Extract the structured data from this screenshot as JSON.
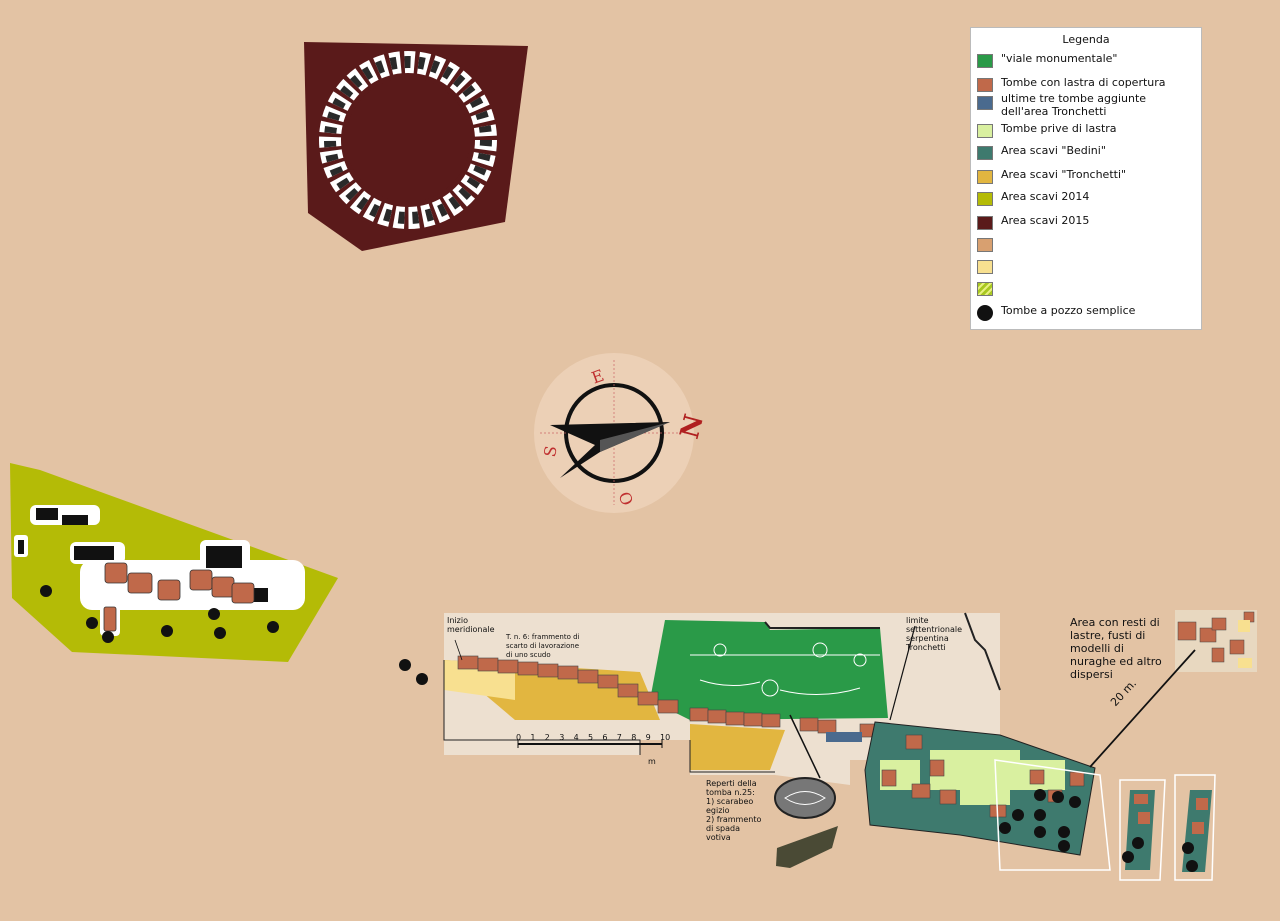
{
  "legend": {
    "title": "Legenda",
    "items": [
      {
        "label": "\"viale monumentale\"",
        "color": "#2a9a48"
      },
      {
        "label": "Tombe con lastra di copertura",
        "color": "#c0694a"
      },
      {
        "label": "ultime tre tombe aggiunte dell'area Tronchetti",
        "color": "#4a6a8e"
      },
      {
        "label": "Tombe prive di lastra",
        "color": "#d9f0a0"
      },
      {
        "label": "Area scavi \"Bedini\"",
        "color": "#3e7a6e"
      },
      {
        "label": "Area scavi \"Tronchetti\"",
        "color": "#e2b640"
      },
      {
        "label": "Area scavi 2014",
        "color": "#b4bb06"
      },
      {
        "label": "Area scavi 2015",
        "color": "#5a1a1a"
      },
      {
        "label": "",
        "color": "#d8a070"
      },
      {
        "label": "",
        "color": "#f8e090"
      },
      {
        "label": "",
        "color": "#a8c820"
      },
      {
        "label": "Tombe a pozzo semplice",
        "color": "#111111"
      }
    ]
  },
  "compass": {
    "n": "N",
    "e": "E",
    "s": "S",
    "o": "O"
  },
  "annotations": {
    "inizio": "Inizio meridionale",
    "frammento": "T. n. 6: frammento di scarto di lavorazione di uno scudo",
    "limite": "limite settentrionale serpentina Tronchetti",
    "area_resti": "Area con resti di lastre, fusti di modelli di nuraghe ed altro dispersi",
    "distance": "20 m.",
    "reperti_title": "Reperti della tomba n.25:",
    "reperti_1": "1) scarabeo egizio",
    "reperti_2": "2) frammento di spada votiva"
  },
  "scale_bar": {
    "labels": [
      "0",
      "1",
      "2",
      "3",
      "4",
      "5",
      "6",
      "7",
      "8",
      "9",
      "10"
    ],
    "unit": "m"
  },
  "colors": {
    "background": "#e3c3a4",
    "area_2015": "#5a1a1a",
    "area_2014": "#b4bb06",
    "viale": "#2a9a48",
    "tombe_lastra": "#c0694a",
    "bedini": "#3e7a6e",
    "tronchetti": "#e2b640",
    "prive_lastra": "#d9f0a0"
  }
}
